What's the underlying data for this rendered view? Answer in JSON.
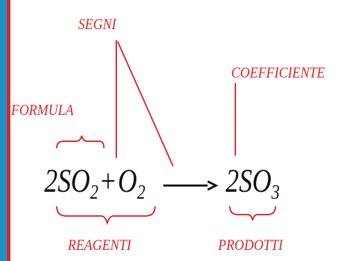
{
  "colors": {
    "side_blue": "#1f8fc6",
    "side_red": "#d9262c",
    "annotation_red": "#e0252b",
    "equation_black": "#111111"
  },
  "labels": {
    "segni": "SEGNI",
    "coefficiente": "COEFFICIENTE",
    "formula": "FORMULA",
    "reagenti": "REAGENTI",
    "prodotti": "PRODOTTI"
  },
  "equation": {
    "reactant1_coeff": "2",
    "reactant1_formula": "SO",
    "reactant1_sub": "2",
    "plus": "+",
    "reactant2_formula": "O",
    "reactant2_sub": "2",
    "product_coeff": "2",
    "product_formula": "SO",
    "product_sub": "3"
  }
}
